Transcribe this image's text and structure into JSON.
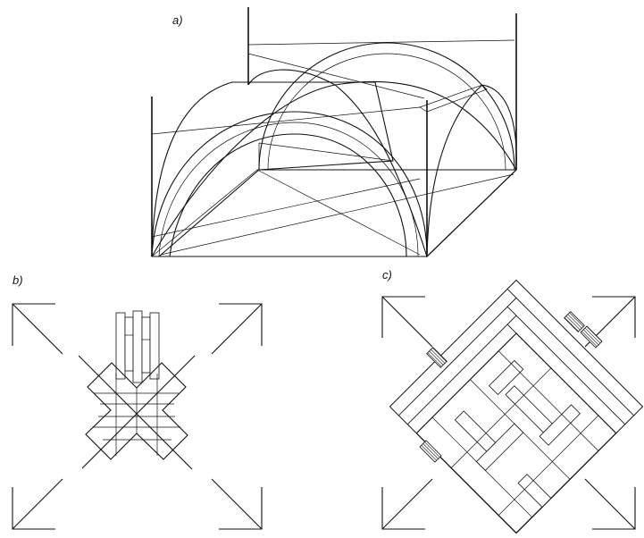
{
  "figure": {
    "panel_a": {
      "label": "a)"
    },
    "panel_b": {
      "label": "b)"
    },
    "panel_c": {
      "label": "c)"
    }
  }
}
